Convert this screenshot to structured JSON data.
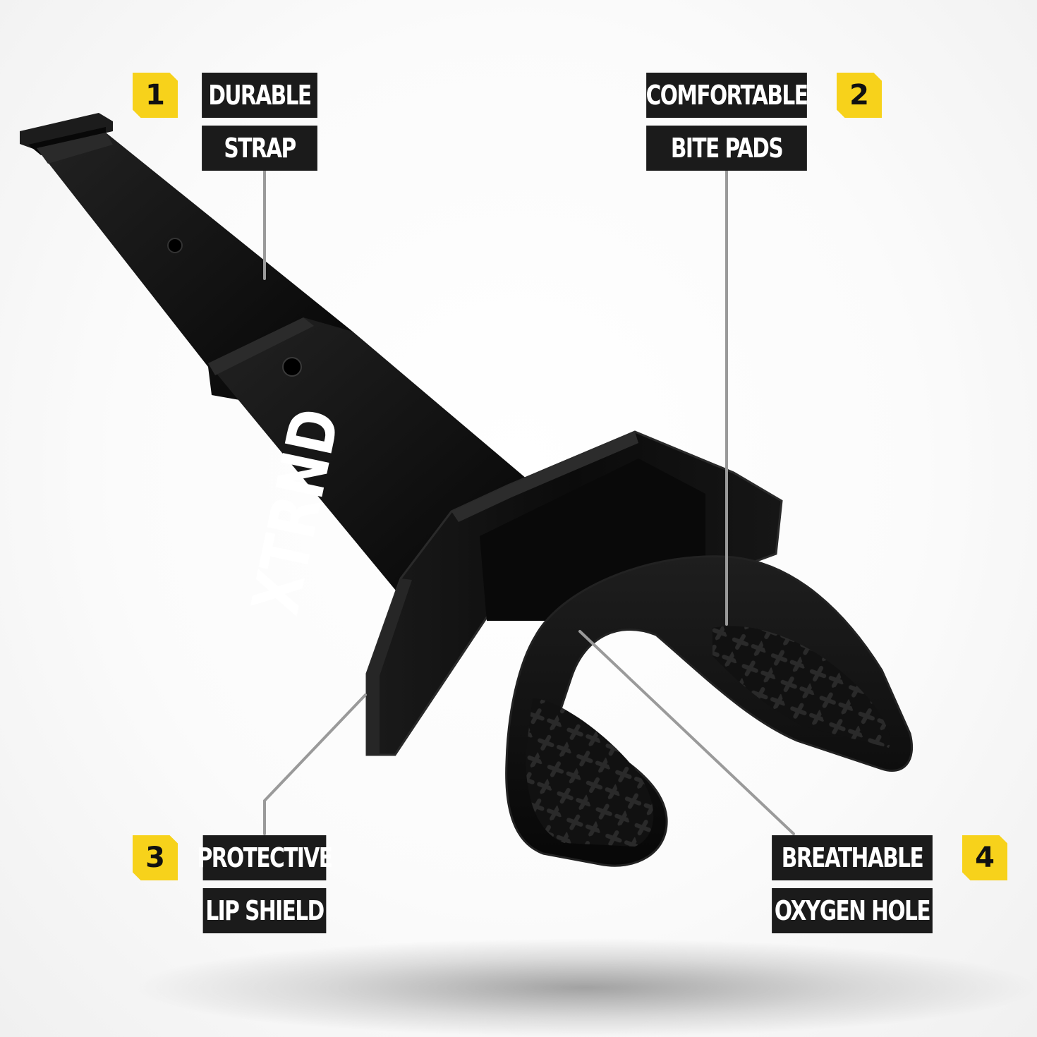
{
  "brand": {
    "logo_text": "XTRND"
  },
  "callouts": [
    {
      "number": "1",
      "line1": "DURABLE",
      "line2": "STRAP"
    },
    {
      "number": "2",
      "line1": "COMFORTABLE",
      "line2": "BITE PADS"
    },
    {
      "number": "3",
      "line1": "PROTECTIVE",
      "line2": "LIP SHIELD"
    },
    {
      "number": "4",
      "line1": "BREATHABLE",
      "line2": "OXYGEN HOLE"
    }
  ],
  "colors": {
    "badge": "#f7d21b",
    "label_bg": "#1b1b1b",
    "label_text": "#ffffff",
    "product": "#0e0e0e",
    "leader_line": "#9a9a9a"
  }
}
